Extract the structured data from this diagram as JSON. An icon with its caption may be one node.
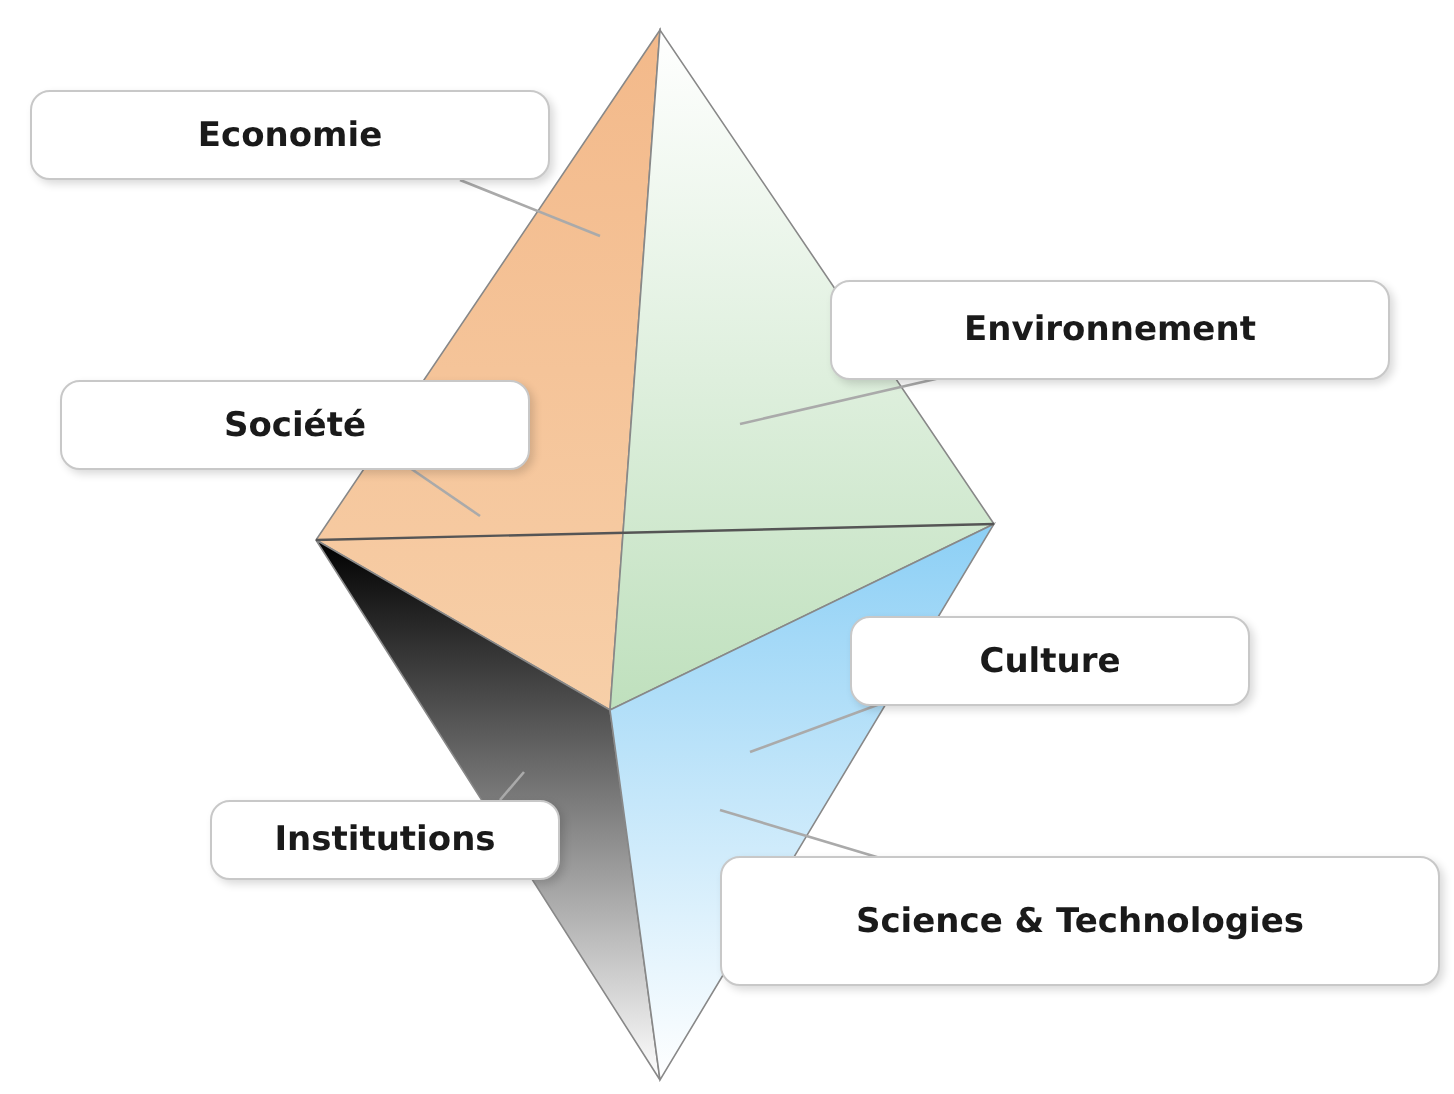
{
  "diagram": {
    "nodes": [
      {
        "text": [
          "Economie"
        ]
      },
      {
        "text": [
          "Environnement"
        ]
      },
      {
        "text": [
          "Société"
        ]
      },
      {
        "text": [
          "Culture"
        ]
      },
      {
        "text": [
          "Institutions"
        ]
      },
      {
        "text": [
          "Science & Technologies"
        ]
      },
      {
        "text": [],
        "shape": "triangle"
      },
      {
        "text": [],
        "shape": "triangle"
      },
      {
        "text": [],
        "shape": "triangle"
      },
      {
        "text": [],
        "shape": "triangle"
      }
    ],
    "edges": [
      {
        "from": 0,
        "to": 6,
        "arrow": "none"
      },
      {
        "from": 1,
        "to": 7,
        "arrow": "none"
      },
      {
        "from": 2,
        "to": 6,
        "arrow": "none"
      },
      {
        "from": 3,
        "to": 9,
        "arrow": "none"
      },
      {
        "from": 4,
        "to": 8,
        "arrow": "none"
      },
      {
        "from": 5,
        "to": 9,
        "arrow": "none"
      }
    ]
  }
}
